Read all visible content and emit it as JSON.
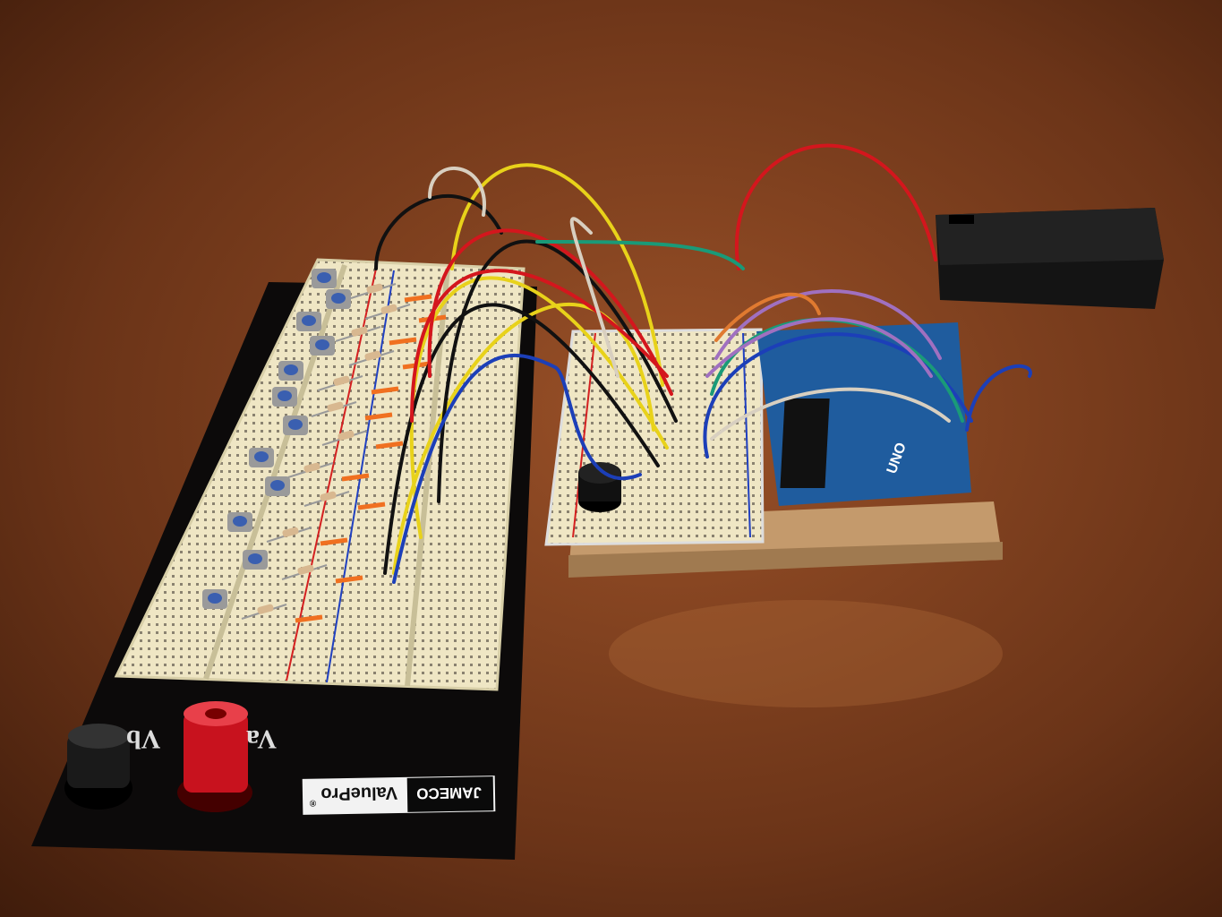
{
  "photo": {
    "board_label": {
      "brand": "JAMECO",
      "product": "ValuePro",
      "mark": "®"
    },
    "terminal_labels": [
      "Vb",
      "Va"
    ],
    "arduino_label": "UNO",
    "colors": {
      "table": "#6b3418",
      "table_light": "#9a5128",
      "base_plate": "#0c0a0a",
      "breadboard": "#efe6c4",
      "arduino": "#1f5c9e",
      "cardboard": "#b88a5e",
      "battery_box": "#141414",
      "terminal_red": "#c8121e",
      "terminal_black": "#111111",
      "button": "#3a5fb0"
    },
    "wire_colors": [
      "#e8d21a",
      "#111111",
      "#d4161d",
      "#1c3fb8",
      "#1a9a78",
      "#a070c0",
      "#d8cfc0",
      "#e07a30"
    ]
  }
}
